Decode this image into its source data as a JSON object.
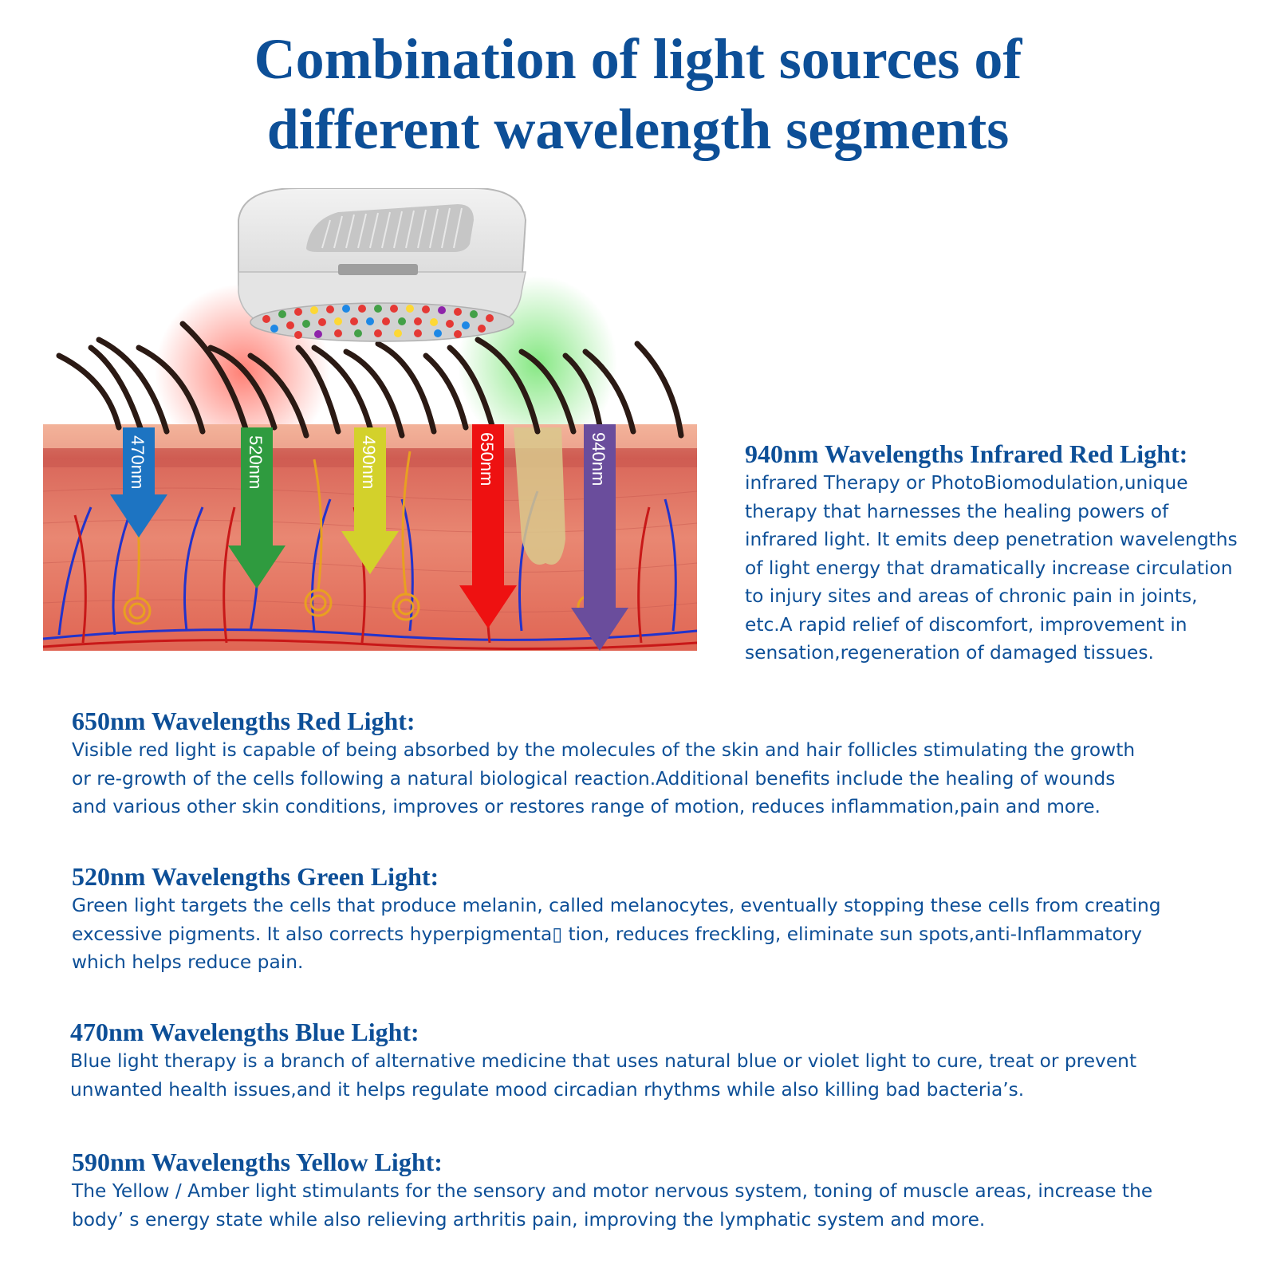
{
  "title": {
    "line1": "Combination of light sources of",
    "line2": "different wavelength segments"
  },
  "illustration": {
    "arrows": [
      {
        "label": "470nm",
        "color": "#1d74c2"
      },
      {
        "label": "520nm",
        "color": "#2f9b3f"
      },
      {
        "label": "490nm",
        "color": "#d3d12b"
      },
      {
        "label": "650nm",
        "color": "#ee1111"
      },
      {
        "label": "940nm",
        "color": "#6a4d9c"
      }
    ]
  },
  "sections": [
    {
      "heading": "940nm Wavelengths Infrared Red Light:",
      "lines": [
        "infrared Therapy or PhotoBiomodulation,unique",
        "therapy that harnesses the healing powers of",
        "infrared light. It emits deep penetration wavelengths",
        "of light energy that dramatically increase circulation",
        "to injury sites and areas of chronic pain in joints,",
        "etc.A rapid relief of discomfort, improvement in",
        "sensation,regeneration of damaged tissues."
      ]
    },
    {
      "heading": "650nm Wavelengths Red Light:",
      "lines": [
        "Visible red light is capable of being absorbed by the molecules of the skin and hair follicles stimulating the growth",
        "or re-growth of the cells following a natural biological reaction.Additional benefits include the healing of wounds",
        "and various other skin conditions, improves or restores range of motion, reduces inflammation,pain and more."
      ]
    },
    {
      "heading": "520nm Wavelengths Green Light:",
      "lines": [
        "Green light targets the cells that produce melanin, called melanocytes, eventually stopping these cells from creating",
        "excessive pigments. It also corrects hyperpigmenta▯ tion, reduces freckling, eliminate sun spots,anti-Inflammatory",
        "which helps reduce pain."
      ]
    },
    {
      "heading": "470nm Wavelengths Blue Light:",
      "lines": [
        "Blue light therapy is a branch of alternative medicine that uses natural blue or violet light to cure, treat or prevent",
        "unwanted health issues,and it helps regulate mood circadian rhythms while also killing bad bacteria’s."
      ]
    },
    {
      "heading": "590nm Wavelengths Yellow Light:",
      "lines": [
        "The Yellow / Amber light stimulants for the sensory and motor nervous system, toning of muscle areas, increase the",
        "body’  s energy state while also relieving arthritis pain, improving the lymphatic system and more."
      ]
    }
  ]
}
